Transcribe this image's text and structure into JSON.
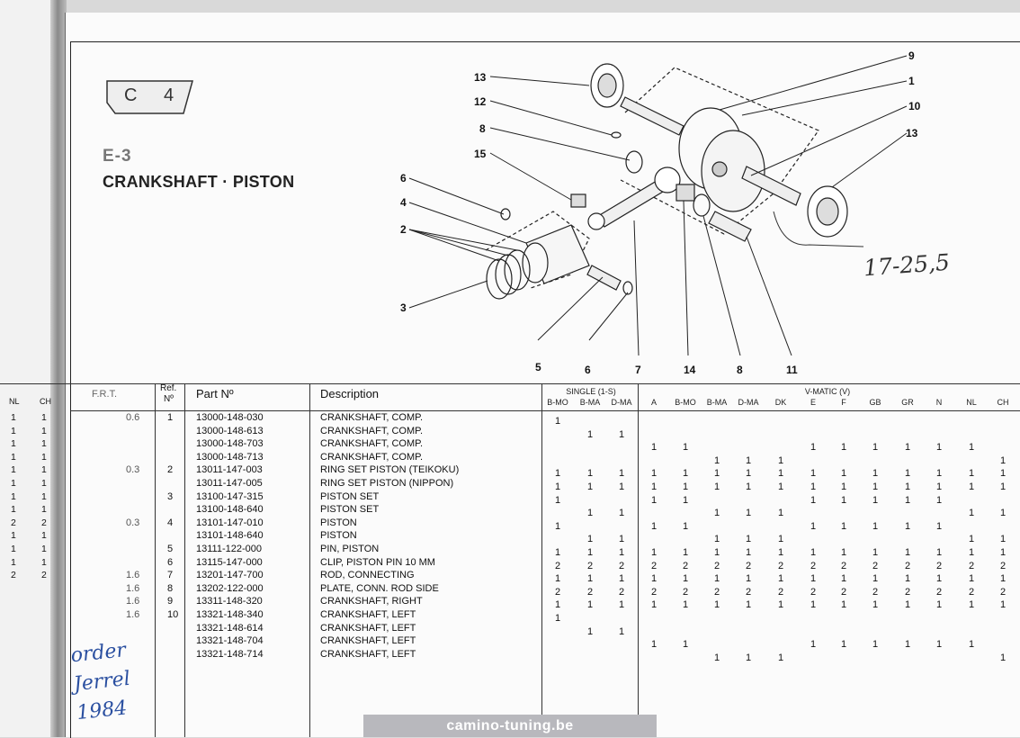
{
  "section": {
    "letter": "C",
    "number": "4",
    "subsection": "E-3",
    "title": "CRANKSHAFT · PISTON"
  },
  "diagram": {
    "callouts": [
      "13",
      "12",
      "8",
      "15",
      "6",
      "4",
      "2",
      "3",
      "9",
      "1",
      "10",
      "13",
      "5",
      "6",
      "7",
      "14",
      "8",
      "11"
    ]
  },
  "handwritten_note": "17-25,5",
  "ink_note": [
    "order",
    "Jerrel",
    "1984"
  ],
  "watermark": "camino-tuning.be",
  "left_page": {
    "headers": [
      "NL",
      "CH"
    ],
    "rows": [
      [
        "1",
        "1"
      ],
      [
        "1",
        "1"
      ],
      [
        "1",
        "1"
      ],
      [
        "1",
        "1"
      ],
      [
        "1",
        "1"
      ],
      [
        "1",
        "1"
      ],
      [
        "1",
        "1"
      ],
      [
        "1",
        "1"
      ],
      [
        "2",
        "2"
      ],
      [
        "1",
        "1"
      ],
      [
        "1",
        "1"
      ],
      [
        "1",
        "1"
      ],
      [
        "2",
        "2"
      ]
    ]
  },
  "table": {
    "headers": {
      "frt": "F.R.T.",
      "ref": "Ref.",
      "ref_no": "Nº",
      "part": "Part Nº",
      "desc": "Description",
      "single": "SINGLE (1-S)",
      "vmatic": "V-MATIC (V)"
    },
    "columns": [
      "B-MO",
      "B-MA",
      "D-MA",
      "A",
      "B-MO",
      "B-MA",
      "D-MA",
      "DK",
      "E",
      "F",
      "GB",
      "GR",
      "N",
      "NL",
      "CH"
    ],
    "rows": [
      {
        "frt": "0.6",
        "ref": "1",
        "part": "13000-148-030",
        "desc": "CRANKSHAFT, COMP.",
        "q": [
          "1",
          "",
          "",
          "",
          "",
          "",
          "",
          "",
          "",
          "",
          "",
          "",
          "",
          "",
          ""
        ]
      },
      {
        "frt": "",
        "ref": "",
        "part": "13000-148-613",
        "desc": "CRANKSHAFT, COMP.",
        "q": [
          "",
          "1",
          "1",
          "",
          "",
          "",
          "",
          "",
          "",
          "",
          "",
          "",
          "",
          "",
          ""
        ]
      },
      {
        "frt": "",
        "ref": "",
        "part": "13000-148-703",
        "desc": "CRANKSHAFT, COMP.",
        "q": [
          "",
          "",
          "",
          "1",
          "1",
          "",
          "",
          "",
          "1",
          "1",
          "1",
          "1",
          "1",
          "1",
          ""
        ]
      },
      {
        "frt": "",
        "ref": "",
        "part": "13000-148-713",
        "desc": "CRANKSHAFT, COMP.",
        "q": [
          "",
          "",
          "",
          "",
          "",
          "1",
          "1",
          "1",
          "",
          "",
          "",
          "",
          "",
          "",
          "1"
        ]
      },
      {
        "frt": "0.3",
        "ref": "2",
        "part": "13011-147-003",
        "desc": "RING SET PISTON (TEIKOKU)",
        "q": [
          "1",
          "1",
          "1",
          "1",
          "1",
          "1",
          "1",
          "1",
          "1",
          "1",
          "1",
          "1",
          "1",
          "1",
          "1"
        ]
      },
      {
        "frt": "",
        "ref": "",
        "part": "13011-147-005",
        "desc": "RING SET PISTON (NIPPON)",
        "q": [
          "1",
          "1",
          "1",
          "1",
          "1",
          "1",
          "1",
          "1",
          "1",
          "1",
          "1",
          "1",
          "1",
          "1",
          "1"
        ]
      },
      {
        "frt": "",
        "ref": "3",
        "part": "13100-147-315",
        "desc": "PISTON SET",
        "q": [
          "1",
          "",
          "",
          "1",
          "1",
          "",
          "",
          "",
          "1",
          "1",
          "1",
          "1",
          "1",
          "",
          ""
        ]
      },
      {
        "frt": "",
        "ref": "",
        "part": "13100-148-640",
        "desc": "PISTON SET",
        "q": [
          "",
          "1",
          "1",
          "",
          "",
          "1",
          "1",
          "1",
          "",
          "",
          "",
          "",
          "",
          "1",
          "1"
        ]
      },
      {
        "frt": "0.3",
        "ref": "4",
        "part": "13101-147-010",
        "desc": "PISTON",
        "q": [
          "1",
          "",
          "",
          "1",
          "1",
          "",
          "",
          "",
          "1",
          "1",
          "1",
          "1",
          "1",
          "",
          ""
        ]
      },
      {
        "frt": "",
        "ref": "",
        "part": "13101-148-640",
        "desc": "PISTON",
        "q": [
          "",
          "1",
          "1",
          "",
          "",
          "1",
          "1",
          "1",
          "",
          "",
          "",
          "",
          "",
          "1",
          "1"
        ]
      },
      {
        "frt": "",
        "ref": "5",
        "part": "13111-122-000",
        "desc": "PIN, PISTON",
        "q": [
          "1",
          "1",
          "1",
          "1",
          "1",
          "1",
          "1",
          "1",
          "1",
          "1",
          "1",
          "1",
          "1",
          "1",
          "1"
        ]
      },
      {
        "frt": "",
        "ref": "6",
        "part": "13115-147-000",
        "desc": "CLIP, PISTON PIN 10 MM",
        "q": [
          "2",
          "2",
          "2",
          "2",
          "2",
          "2",
          "2",
          "2",
          "2",
          "2",
          "2",
          "2",
          "2",
          "2",
          "2"
        ]
      },
      {
        "frt": "1.6",
        "ref": "7",
        "part": "13201-147-700",
        "desc": "ROD, CONNECTING",
        "q": [
          "1",
          "1",
          "1",
          "1",
          "1",
          "1",
          "1",
          "1",
          "1",
          "1",
          "1",
          "1",
          "1",
          "1",
          "1"
        ]
      },
      {
        "frt": "1.6",
        "ref": "8",
        "part": "13202-122-000",
        "desc": "PLATE, CONN. ROD SIDE",
        "q": [
          "2",
          "2",
          "2",
          "2",
          "2",
          "2",
          "2",
          "2",
          "2",
          "2",
          "2",
          "2",
          "2",
          "2",
          "2"
        ]
      },
      {
        "frt": "1.6",
        "ref": "9",
        "part": "13311-148-320",
        "desc": "CRANKSHAFT, RIGHT",
        "q": [
          "1",
          "1",
          "1",
          "1",
          "1",
          "1",
          "1",
          "1",
          "1",
          "1",
          "1",
          "1",
          "1",
          "1",
          "1"
        ]
      },
      {
        "frt": "1.6",
        "ref": "10",
        "part": "13321-148-340",
        "desc": "CRANKSHAFT, LEFT",
        "q": [
          "1",
          "",
          "",
          "",
          "",
          "",
          "",
          "",
          "",
          "",
          "",
          "",
          "",
          "",
          ""
        ]
      },
      {
        "frt": "",
        "ref": "",
        "part": "13321-148-614",
        "desc": "CRANKSHAFT, LEFT",
        "q": [
          "",
          "1",
          "1",
          "",
          "",
          "",
          "",
          "",
          "",
          "",
          "",
          "",
          "",
          "",
          ""
        ]
      },
      {
        "frt": "",
        "ref": "",
        "part": "13321-148-704",
        "desc": "CRANKSHAFT, LEFT",
        "q": [
          "",
          "",
          "",
          "1",
          "1",
          "",
          "",
          "",
          "1",
          "1",
          "1",
          "1",
          "1",
          "1",
          ""
        ]
      },
      {
        "frt": "",
        "ref": "",
        "part": "13321-148-714",
        "desc": "CRANKSHAFT, LEFT",
        "q": [
          "",
          "",
          "",
          "",
          "",
          "1",
          "1",
          "1",
          "",
          "",
          "",
          "",
          "",
          "",
          "1"
        ]
      }
    ]
  }
}
